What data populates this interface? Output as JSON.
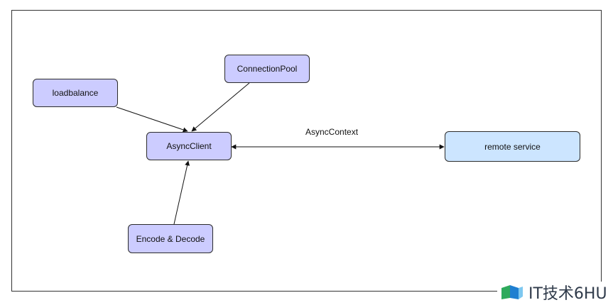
{
  "nodes": {
    "loadbalance": "loadbalance",
    "connection_pool": "ConnectionPool",
    "async_client": "AsyncClient",
    "encode_decode": "Encode & Decode",
    "remote_service": "remote service"
  },
  "edges": {
    "async_context_label": "AsyncContext"
  },
  "colors": {
    "node_fill": "#ccccff",
    "remote_fill": "#cce5ff",
    "stroke": "#2b2b2b"
  },
  "watermark": {
    "text": "IT技术6HU"
  }
}
